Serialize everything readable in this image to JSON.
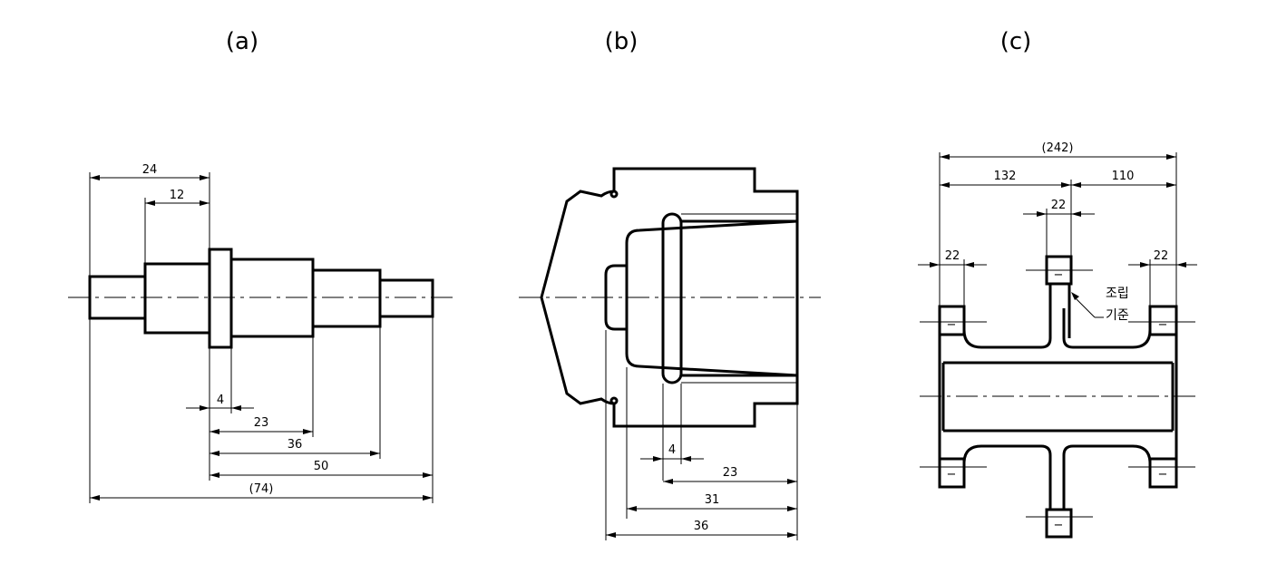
{
  "captions": {
    "a": "(a)",
    "b": "(b)",
    "c": "(c)"
  },
  "dims_a": {
    "d24": "24",
    "d12": "12",
    "d4": "4",
    "d23": "23",
    "d36": "36",
    "d50": "50",
    "d74": "(74)"
  },
  "dims_b": {
    "d4": "4",
    "d23": "23",
    "d31": "31",
    "d36": "36"
  },
  "dims_c": {
    "d242": "(242)",
    "d132": "132",
    "d110": "110",
    "d22_top": "22",
    "d22_left": "22",
    "d22_right": "22",
    "tick": "−"
  },
  "note_c": {
    "line1": "조립",
    "line2": "기준"
  }
}
